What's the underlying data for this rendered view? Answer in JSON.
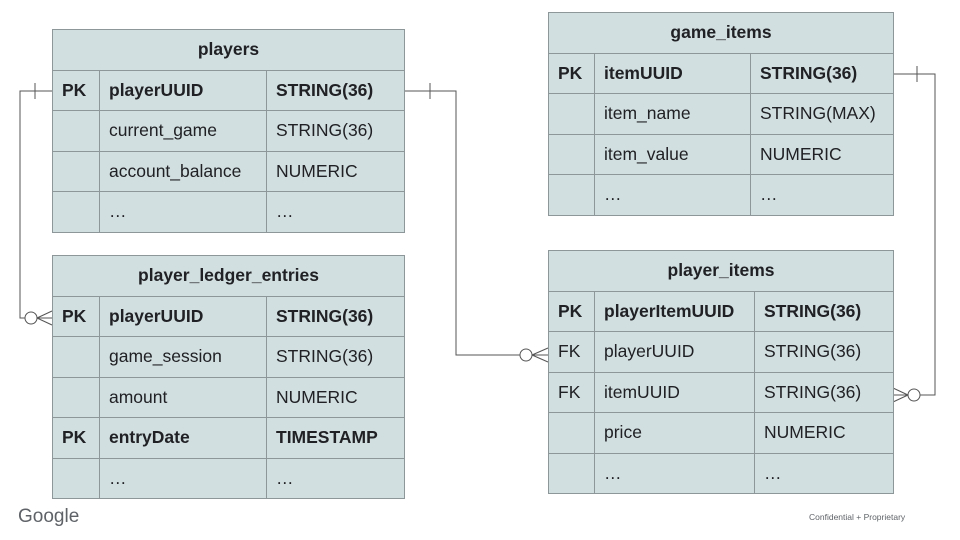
{
  "tables": {
    "players": {
      "title": "players",
      "rows": [
        {
          "key": "PK",
          "name": "playerUUID",
          "type": "STRING(36)",
          "bold": true
        },
        {
          "key": "",
          "name": "current_game",
          "type": "STRING(36)",
          "bold": false
        },
        {
          "key": "",
          "name": "account_balance",
          "type": "NUMERIC",
          "bold": false
        },
        {
          "key": "",
          "name": "…",
          "type": "…",
          "bold": false
        }
      ]
    },
    "player_ledger_entries": {
      "title": "player_ledger_entries",
      "rows": [
        {
          "key": "PK",
          "name": "playerUUID",
          "type": "STRING(36)",
          "bold": true
        },
        {
          "key": "",
          "name": "game_session",
          "type": "STRING(36)",
          "bold": false
        },
        {
          "key": "",
          "name": "amount",
          "type": "NUMERIC",
          "bold": false
        },
        {
          "key": "PK",
          "name": "entryDate",
          "type": "TIMESTAMP",
          "bold": true
        },
        {
          "key": "",
          "name": "…",
          "type": "…",
          "bold": false
        }
      ]
    },
    "game_items": {
      "title": "game_items",
      "rows": [
        {
          "key": "PK",
          "name": "itemUUID",
          "type": "STRING(36)",
          "bold": true
        },
        {
          "key": "",
          "name": "item_name",
          "type": "STRING(MAX)",
          "bold": false
        },
        {
          "key": "",
          "name": "item_value",
          "type": "NUMERIC",
          "bold": false
        },
        {
          "key": "",
          "name": "…",
          "type": "…",
          "bold": false
        }
      ]
    },
    "player_items": {
      "title": "player_items",
      "rows": [
        {
          "key": "PK",
          "name": "playerItemUUID",
          "type": "STRING(36)",
          "bold": true
        },
        {
          "key": "FK",
          "name": "playerUUID",
          "type": "STRING(36)",
          "bold": false
        },
        {
          "key": "FK",
          "name": "itemUUID",
          "type": "STRING(36)",
          "bold": false
        },
        {
          "key": "",
          "name": "price",
          "type": "NUMERIC",
          "bold": false
        },
        {
          "key": "",
          "name": "…",
          "type": "…",
          "bold": false
        }
      ]
    }
  },
  "footer": {
    "logo": "Google",
    "confidential": "Confidential + Proprietary"
  },
  "colors": {
    "table_fill": "#d2dfe1",
    "table_border": "#8d9698",
    "connector": "#555555"
  }
}
